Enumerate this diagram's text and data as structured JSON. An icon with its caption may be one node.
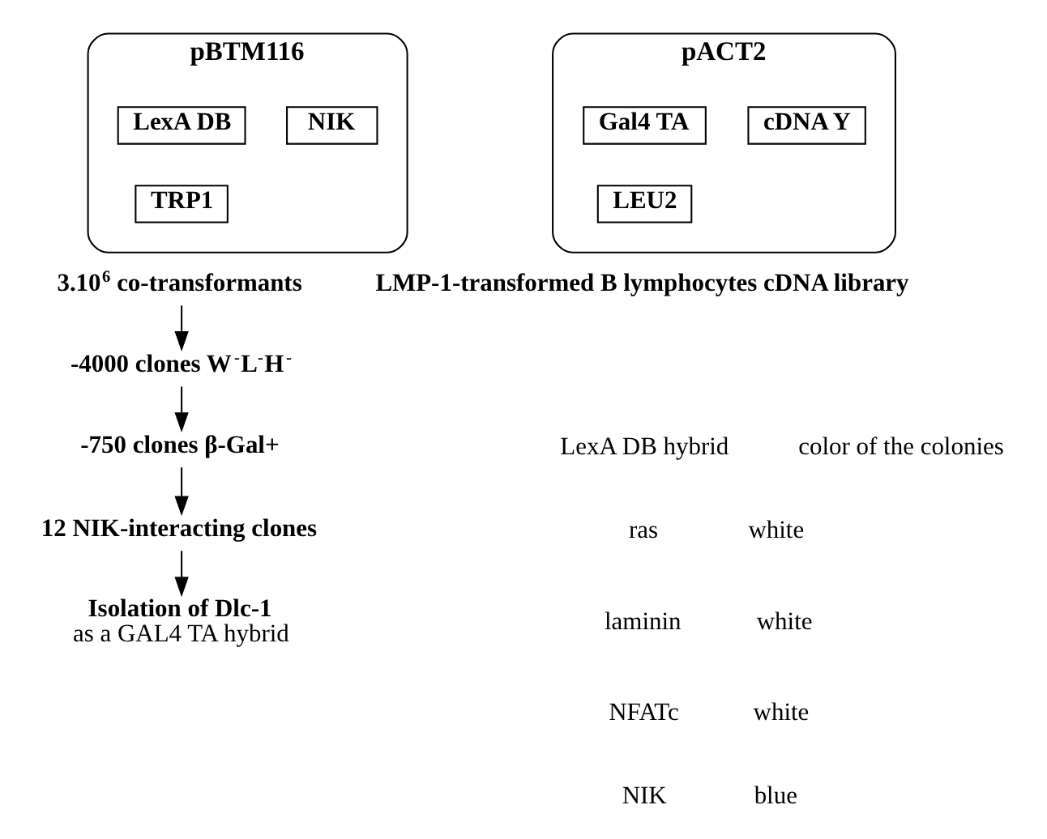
{
  "diagram": {
    "nodes": [
      {
        "text": [
          "pBTM116"
        ]
      },
      {
        "text": [
          "LexA DB"
        ],
        "in": 0
      },
      {
        "text": [
          "NIK"
        ],
        "in": 0
      },
      {
        "text": [
          "TRP1"
        ],
        "in": 0
      },
      {
        "text": [
          "pACT2"
        ]
      },
      {
        "text": [
          "Gal4 TA"
        ],
        "in": 4
      },
      {
        "text": [
          "cDNA Y"
        ],
        "in": 4
      },
      {
        "text": [
          "LEU2"
        ],
        "in": 4
      },
      {
        "text": [
          "3.10$^{6}$ co-transformants"
        ]
      },
      {
        "text": [
          "-4000 clones W$^{-}$L$^{-}$H$^{-}$"
        ]
      },
      {
        "text": [
          "-750 clones β-Gal+"
        ]
      },
      {
        "text": [
          "12 NIK-interacting clones"
        ]
      },
      {
        "text": [
          "Isolation of Dlc-1",
          "as a GAL4 TA hybrid"
        ]
      }
    ],
    "edges": [
      {
        "from": 8,
        "to": 9,
        "arrow": "to"
      },
      {
        "from": 9,
        "to": 10,
        "arrow": "to"
      },
      {
        "from": 10,
        "to": 11,
        "arrow": "to"
      },
      {
        "from": 11,
        "to": 12,
        "arrow": "to"
      }
    ],
    "labels": [
      "LMP-1-transformed B lymphocytes cDNA library",
      "LexA DB hybrid",
      "color of the colonies",
      "ras",
      "white",
      "laminin",
      "white",
      "NFATc",
      "white",
      "NIK",
      "blue"
    ]
  }
}
